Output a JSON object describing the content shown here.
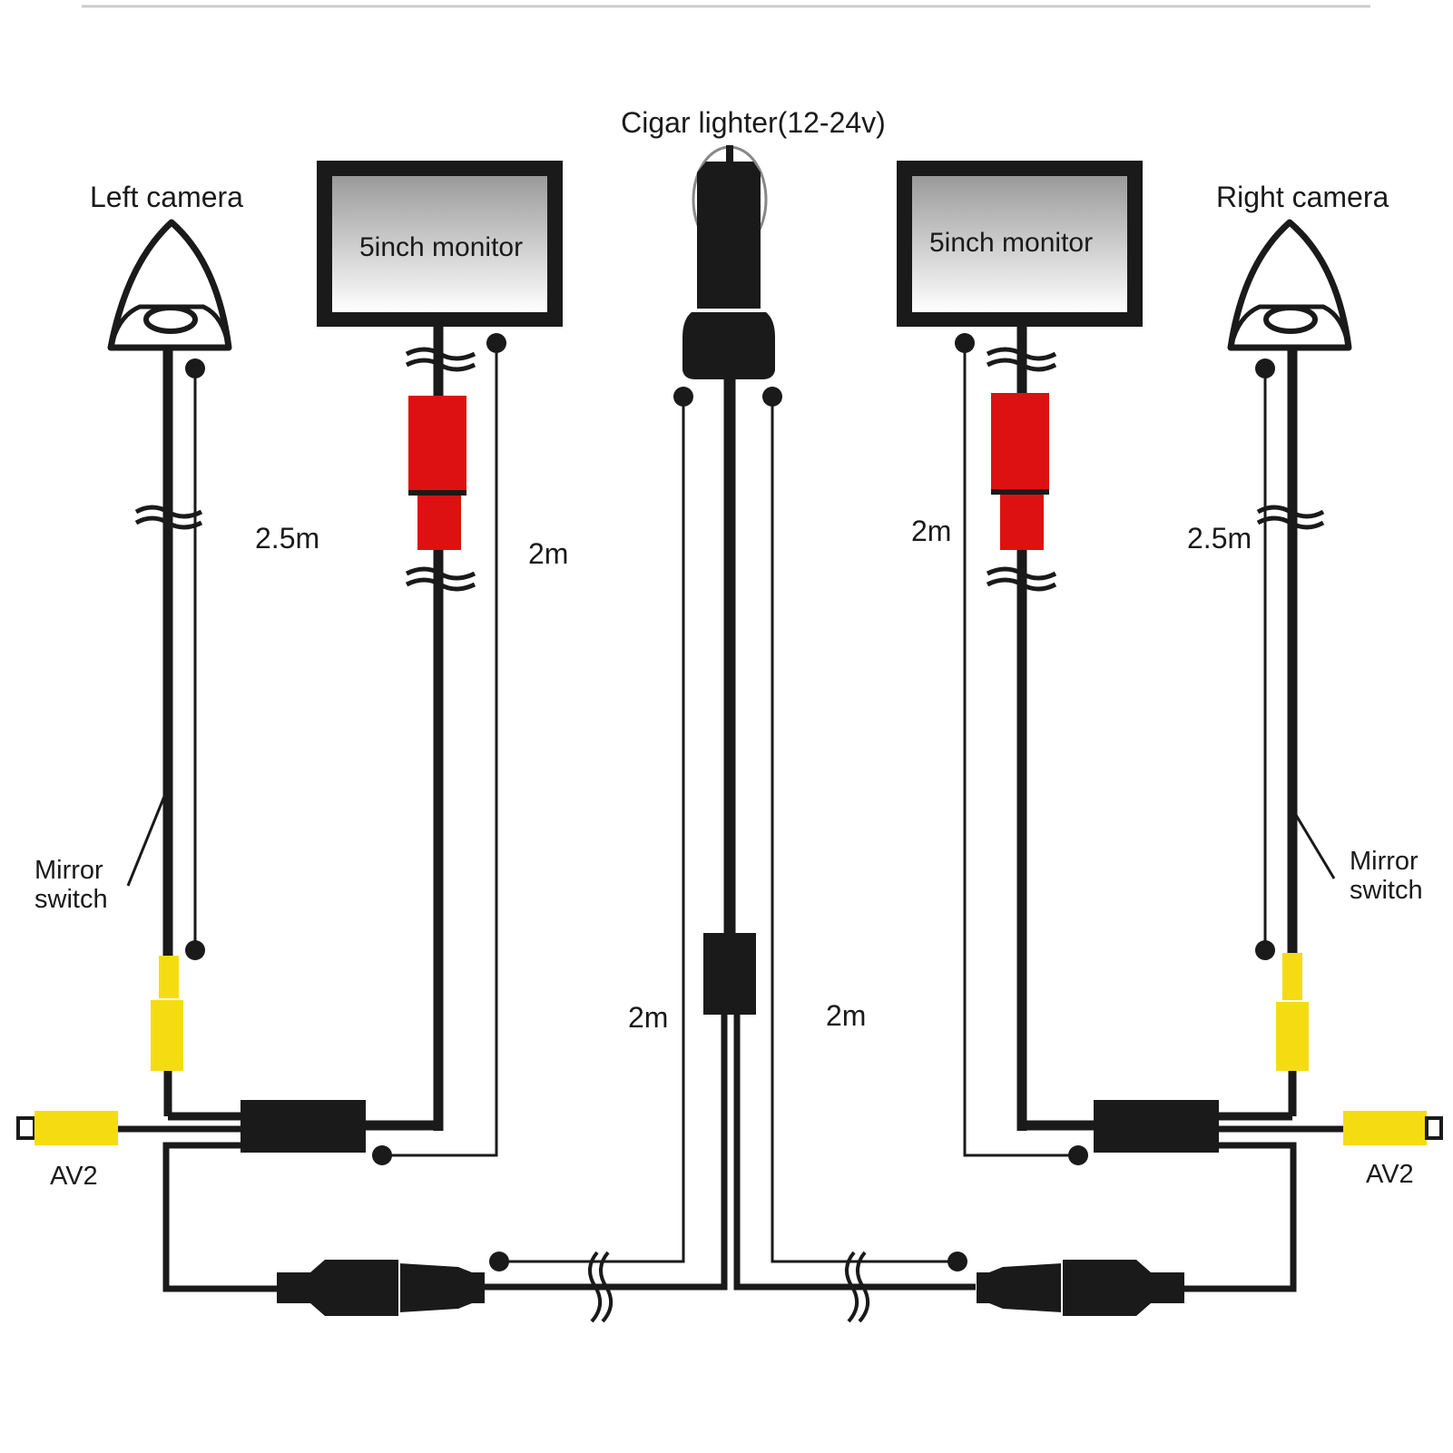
{
  "labels": {
    "cigar_lighter": "Cigar lighter(12-24v)",
    "left_camera": "Left camera",
    "right_camera": "Right camera",
    "left_monitor": "5inch monitor",
    "right_monitor": "5inch monitor",
    "left_camera_cable_length": "2.5m",
    "right_camera_cable_length": "2.5m",
    "left_monitor_cable_length": "2m",
    "right_monitor_cable_length": "2m",
    "left_power_cable_length": "2m",
    "right_power_cable_length": "2m",
    "left_mirror_switch_line1": "Mirror",
    "left_mirror_switch_line2": "switch",
    "right_mirror_switch_line1": "Mirror",
    "right_mirror_switch_line2": "switch",
    "left_av2": "AV2",
    "right_av2": "AV2"
  },
  "colors": {
    "wire": "#1a1a1a",
    "rca_red": "#dd1111",
    "rca_yellow": "#f5dc12",
    "screen_top": "#9a9a9a",
    "screen_bottom": "#ffffff",
    "divider": "#cccccc"
  }
}
